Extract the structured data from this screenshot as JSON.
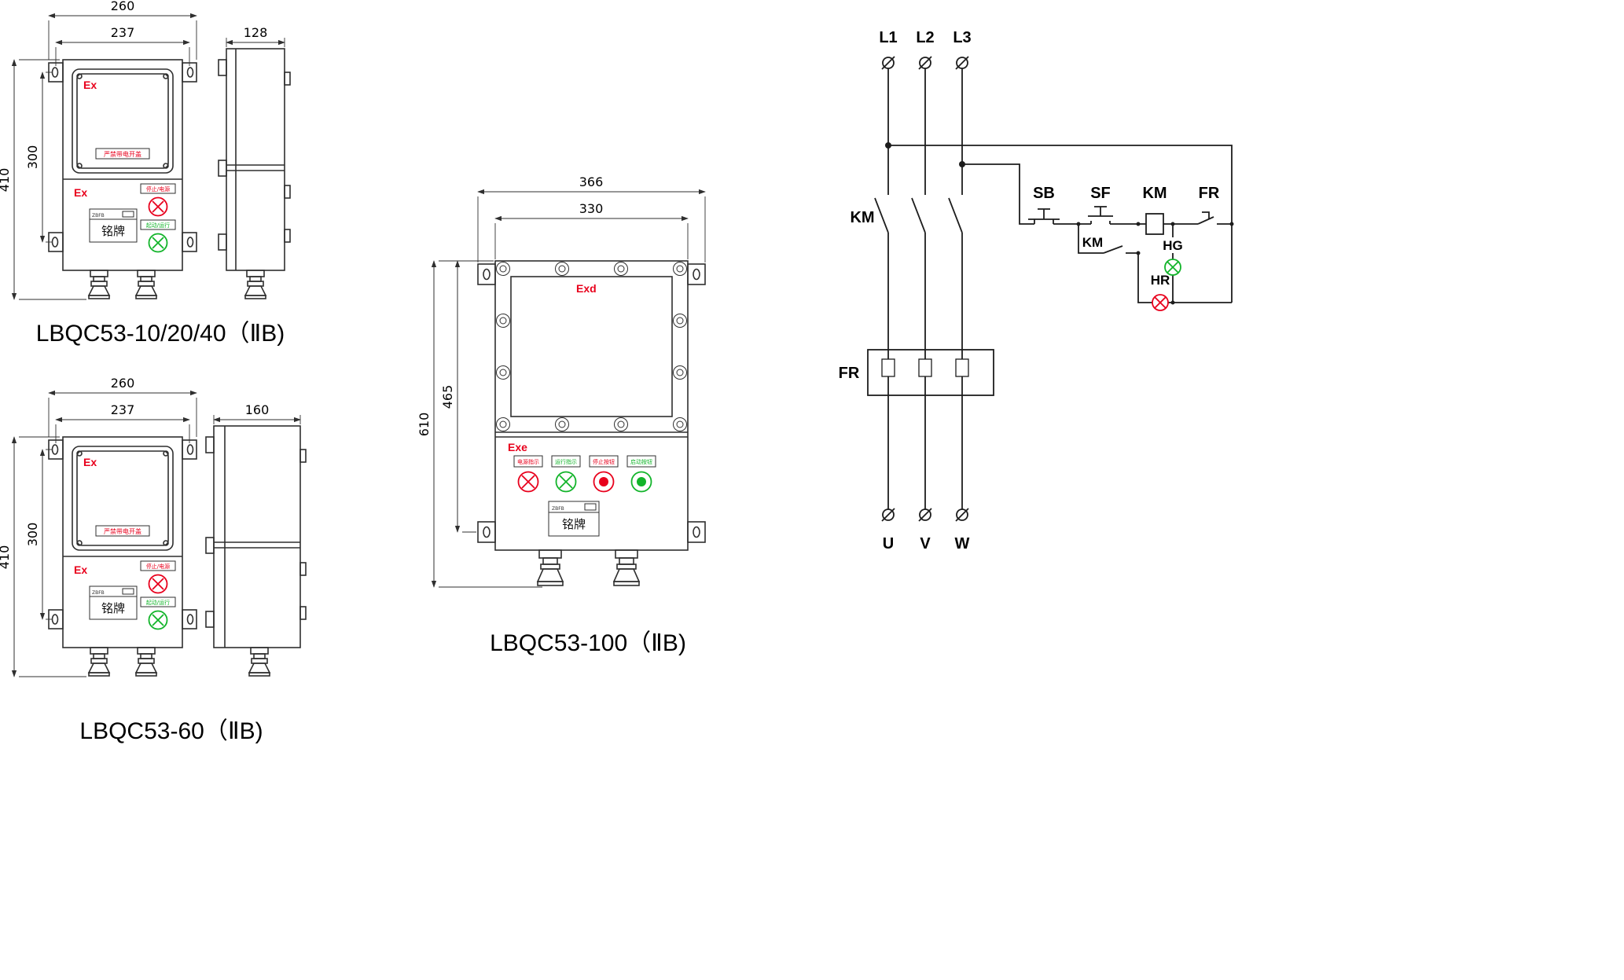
{
  "colors": {
    "red": "#e8001c",
    "green": "#12b42a",
    "line": "#2f2f2f"
  },
  "d1": {
    "title": "LBQC53-10/20/40（ⅡB)",
    "dim_outer_w": "260",
    "dim_inner_w": "237",
    "dim_outer_h": "410",
    "dim_inner_h": "300",
    "dim_depth": "128",
    "ex": "Ex",
    "ex2": "Ex",
    "warning": "严禁带电开盖",
    "stop_label": "停止/电源",
    "run_label": "起动/运行",
    "plate_code": "ZBFB",
    "nameplate": "铭牌"
  },
  "d2": {
    "title": "LBQC53-60（ⅡB)",
    "dim_outer_w": "260",
    "dim_inner_w": "237",
    "dim_outer_h": "410",
    "dim_inner_h": "300",
    "dim_depth": "160",
    "ex": "Ex",
    "ex2": "Ex",
    "warning": "严禁带电开盖",
    "stop_label": "停止/电源",
    "run_label": "起动/运行",
    "plate_code": "ZBFB",
    "nameplate": "铭牌"
  },
  "d3": {
    "title": "LBQC53-100（ⅡB)",
    "dim_outer_w": "366",
    "dim_inner_w": "330",
    "dim_outer_h": "610",
    "dim_inner_h": "465",
    "exd": "Exd",
    "exe": "Exe",
    "btn1": "电源指示",
    "btn2": "运行指示",
    "btn3": "停止按钮",
    "btn4": "启动按钮",
    "plate_code": "ZBFB",
    "nameplate": "铭牌"
  },
  "circuit": {
    "phases": [
      "L1",
      "L2",
      "L3"
    ],
    "outputs": [
      "U",
      "V",
      "W"
    ],
    "km_main": "KM",
    "fr_main": "FR",
    "sb": "SB",
    "sf": "SF",
    "km_aux": "KM",
    "km_coil": "KM",
    "fr_contact": "FR",
    "hg": "HG",
    "hr": "HR"
  }
}
